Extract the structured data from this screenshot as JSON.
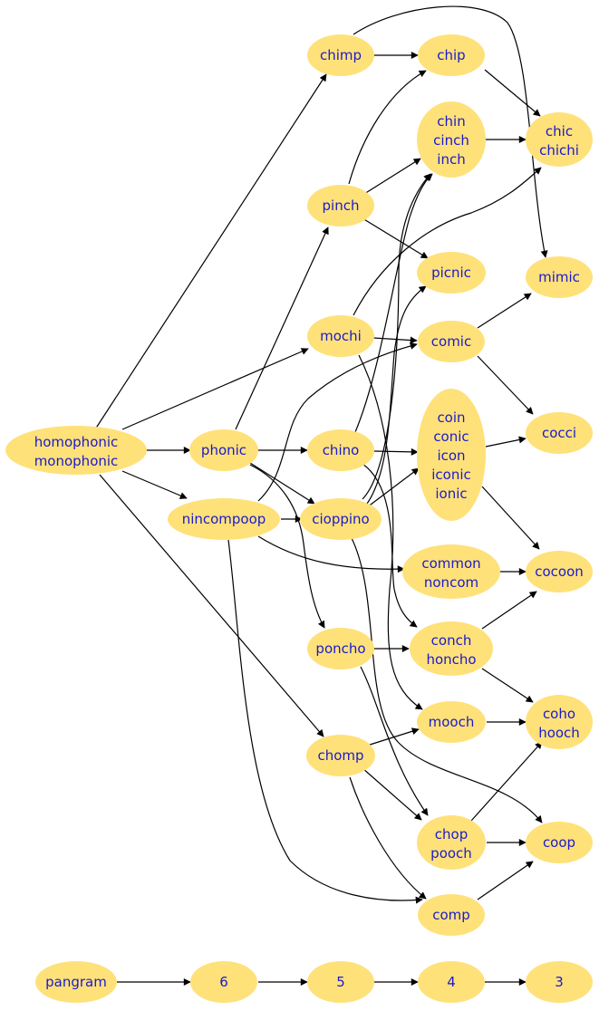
{
  "nodes": {
    "homophonic": [
      "homophonic",
      "monophonic"
    ],
    "chimp": [
      "chimp"
    ],
    "chip": [
      "chip"
    ],
    "chin": [
      "chin",
      "cinch",
      "inch"
    ],
    "chic": [
      "chic",
      "chichi"
    ],
    "pinch": [
      "pinch"
    ],
    "picnic": [
      "picnic"
    ],
    "mimic": [
      "mimic"
    ],
    "mochi": [
      "mochi"
    ],
    "comic": [
      "comic"
    ],
    "phonic": [
      "phonic"
    ],
    "chino": [
      "chino"
    ],
    "coin": [
      "coin",
      "conic",
      "icon",
      "iconic",
      "ionic"
    ],
    "cocci": [
      "cocci"
    ],
    "nincompoop": [
      "nincompoop"
    ],
    "cioppino": [
      "cioppino"
    ],
    "common": [
      "common",
      "noncom"
    ],
    "cocoon": [
      "cocoon"
    ],
    "poncho": [
      "poncho"
    ],
    "conch": [
      "conch",
      "honcho"
    ],
    "coho": [
      "coho",
      "hooch"
    ],
    "mooch": [
      "mooch"
    ],
    "chomp": [
      "chomp"
    ],
    "chop": [
      "chop",
      "pooch"
    ],
    "coop": [
      "coop"
    ],
    "comp": [
      "comp"
    ],
    "pangram": [
      "pangram"
    ],
    "six": [
      "6"
    ],
    "five": [
      "5"
    ],
    "four": [
      "4"
    ],
    "three": [
      "3"
    ]
  }
}
